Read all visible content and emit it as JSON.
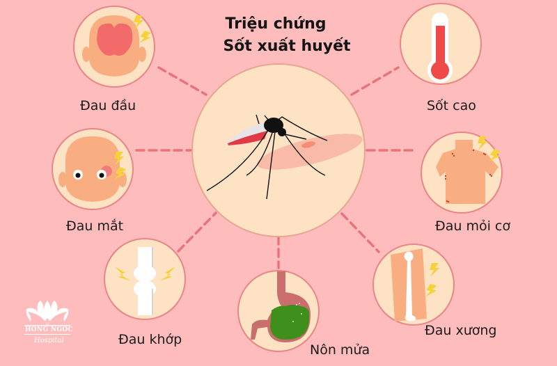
{
  "title": {
    "line1": "Triệu chứng",
    "line2": "Sốt xuất huyết"
  },
  "center": {
    "illustration": "mosquito-biting-skin-icon"
  },
  "symptoms": [
    {
      "id": "headache",
      "label": "Đau đầu",
      "icon": "headache-icon"
    },
    {
      "id": "high-fever",
      "label": "Sốt cao",
      "icon": "thermometer-icon"
    },
    {
      "id": "eye-pain",
      "label": "Đau mắt",
      "icon": "eye-pain-icon"
    },
    {
      "id": "muscle-ache",
      "label": "Đau mỏi cơ",
      "icon": "muscle-ache-icon"
    },
    {
      "id": "joint-pain",
      "label": "Đau khớp",
      "icon": "joint-pain-icon"
    },
    {
      "id": "vomiting",
      "label": "Nôn mửa",
      "icon": "stomach-icon"
    },
    {
      "id": "bone-pain",
      "label": "Đau xương",
      "icon": "bone-pain-icon"
    }
  ],
  "logo": {
    "name": "HONG NGOC",
    "subtitle": "Hospital"
  },
  "colors": {
    "background": "#ffbcbc",
    "circle_fill": "#fde2c4",
    "circle_stroke": "#e98585",
    "connector": "#e8737a",
    "skin": "#f9ae82",
    "accent_red": "#f04a48",
    "bolt": "#f6d23a",
    "vomit_green": "#3f8f1c"
  }
}
